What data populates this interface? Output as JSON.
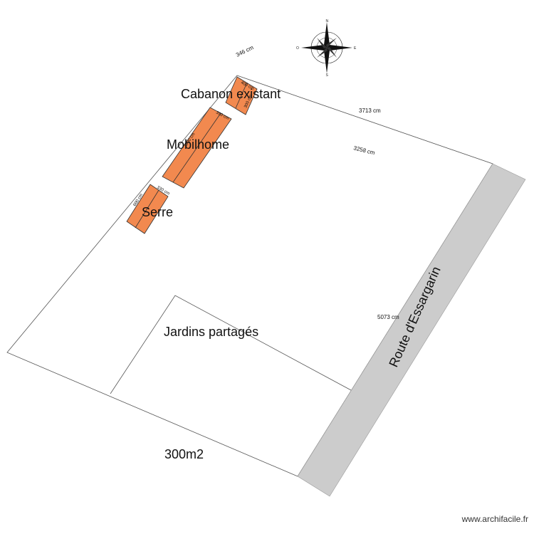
{
  "labels": {
    "cabanon": "Cabanon existant",
    "mobilhome": "Mobilhome",
    "serre": "Serre",
    "jardins": "Jardins partagés",
    "area": "300m2",
    "road": "Route d'Essargarin"
  },
  "dimensions": {
    "top_left_edge": "346 cm",
    "top_edge": "3713 cm",
    "inner_top": "3258 cm",
    "right_edge": "5073 cm",
    "cabanon_width": "400 cm",
    "cabanon_depth": "300 cm",
    "mobilhome_width": "350 cm",
    "mobilhome_length": "1000 cm",
    "serre_width": "330 cm",
    "serre_length": "600 cm"
  },
  "compass": {
    "north": "N",
    "south": "S",
    "east": "E",
    "west": "O"
  },
  "watermark": "www.archifacile.fr",
  "colors": {
    "building_fill": "#f2894f",
    "road_fill": "#cccccc",
    "outline": "#555555"
  }
}
